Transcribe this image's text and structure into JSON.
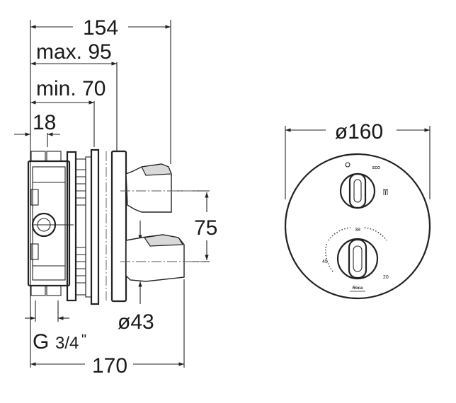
{
  "dimensions": {
    "overall_depth": "154",
    "max_projection": "max. 95",
    "min_projection": "min. 70",
    "front_offset": "18",
    "handle_spacing": "75",
    "spout_diameter": "ø43",
    "connection_main": "G",
    "connection_fraction": "3/4",
    "connection_inch": "\"",
    "body_width": "170",
    "plate_diameter": "ø160"
  },
  "front_view": {
    "eco_label": "ECO",
    "scale_top": "38",
    "scale_left": "45",
    "scale_right": "20",
    "brand": "Roca"
  }
}
